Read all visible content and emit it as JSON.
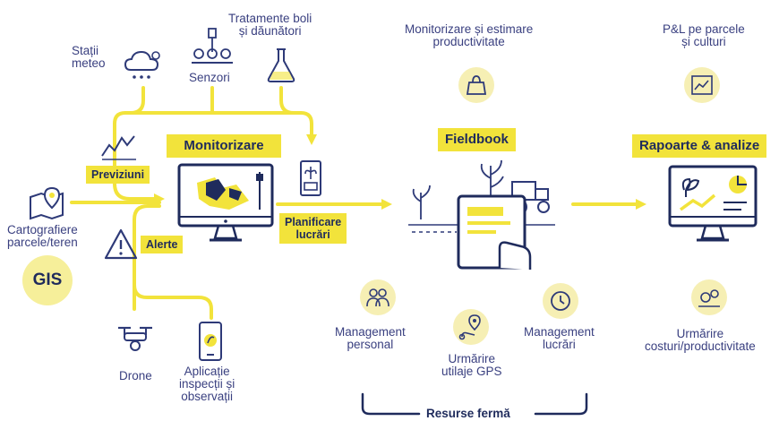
{
  "inputs": {
    "statii_meteo": "Stații\nmeteo",
    "senzori": "Senzori",
    "tratamente": "Tratamente boli\nși dăunători",
    "previziuni": "Previziuni",
    "cartografiere": "Cartografiere\nparcele/teren",
    "gis": "GIS",
    "alerte": "Alerte",
    "drone": "Drone",
    "aplicatie": "Aplicație\ninspecții și\nobservații"
  },
  "monitorizare": {
    "title": "Monitorizare"
  },
  "planificare": {
    "label": "Planificare\nlucrări"
  },
  "fieldbook": {
    "title": "Fieldbook",
    "top_label": "Monitorizare și estimare\nproductivitate",
    "management_personal": "Management\npersonal",
    "urmarire_gps": "Urmărire\nutilaje GPS",
    "management_lucrari": "Management\nlucrări",
    "resurse": "Resurse fermă"
  },
  "rapoarte": {
    "title": "Rapoarte & analize",
    "pl_label": "P&L pe parcele\nși culturi",
    "costuri": "Urmărire\ncosturi/productivitate"
  },
  "colors": {
    "accent_yellow": "#f2e33b",
    "navy": "#1f2b5c",
    "light_yellow": "#f6efb4"
  }
}
